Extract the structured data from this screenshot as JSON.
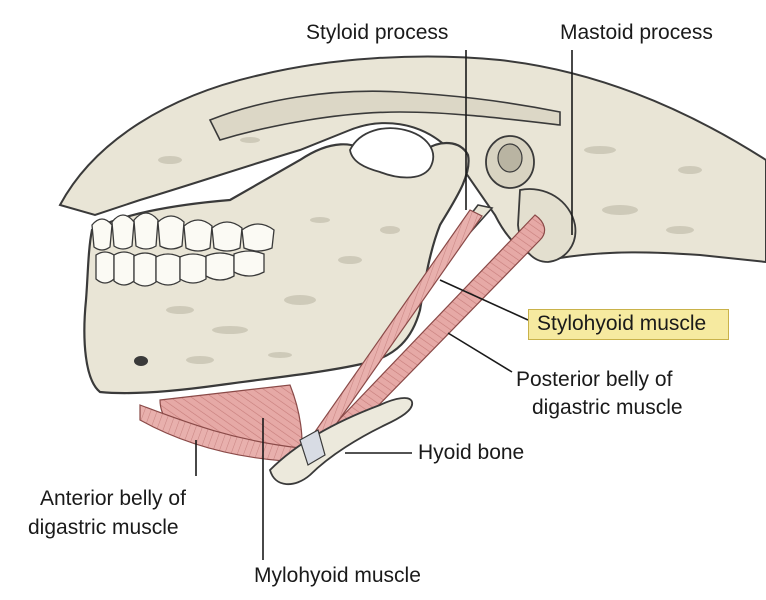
{
  "labels": {
    "styloid_process": "Styloid process",
    "mastoid_process": "Mastoid process",
    "stylohyoid_muscle": "Stylohyoid muscle",
    "posterior_belly_line1": "Posterior belly of",
    "posterior_belly_line2": "digastric muscle",
    "hyoid_bone": "Hyoid bone",
    "anterior_belly_line1": "Anterior belly of",
    "anterior_belly_line2": "digastric muscle",
    "mylohyoid_muscle": "Mylohyoid muscle"
  },
  "colors": {
    "bone": "#e9e5d6",
    "bone_shadow": "#b9b4a2",
    "outline": "#3a3a3a",
    "muscle": "#e6a9a6",
    "muscle_stripe": "#c77d7b",
    "highlight": "#f6eaa0"
  }
}
